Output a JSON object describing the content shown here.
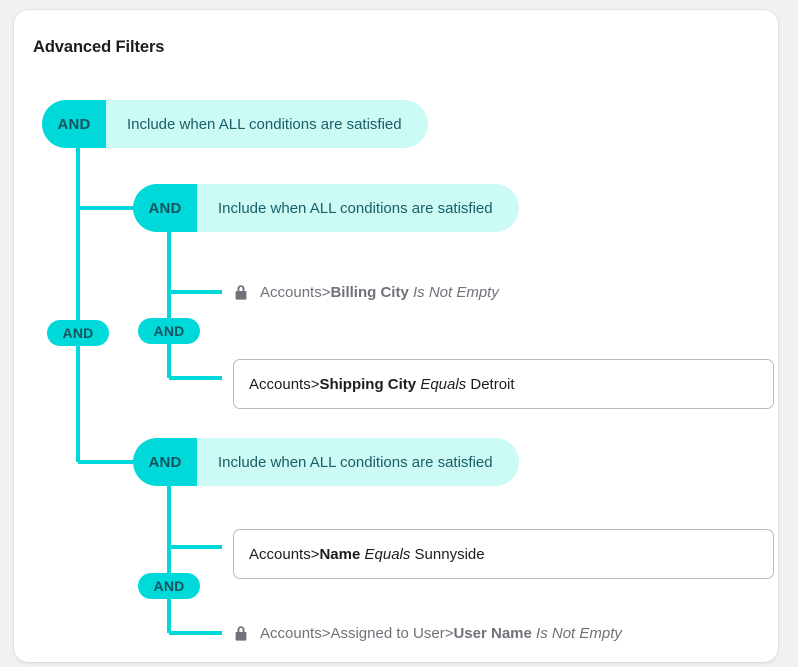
{
  "card": {
    "title": "Advanced Filters"
  },
  "theme": {
    "accent": "#00d9d9",
    "accent_light": "#ccfaf5",
    "accent_text": "#14545e",
    "group_text": "#195e68",
    "locked_text": "#6f7279",
    "box_text": "#1c1d21",
    "box_border": "#b7bcc4",
    "card_bg": "#ffffff",
    "page_bg": "#f0f1f3"
  },
  "tree": {
    "root": {
      "operator": "AND",
      "label": "Include when ALL conditions are satisfied"
    },
    "root_join": {
      "operator": "AND"
    },
    "groups": [
      {
        "operator": "AND",
        "label": "Include when ALL conditions are satisfied",
        "join": {
          "operator": "AND"
        },
        "conditions": [
          {
            "locked": true,
            "icon": "lock-icon",
            "object": "Accounts",
            "separator": " > ",
            "field": "Billing City",
            "operator": "Is Not Empty",
            "value": ""
          },
          {
            "locked": false,
            "object": "Accounts",
            "separator": " > ",
            "field": "Shipping City",
            "operator": "Equals",
            "value": "Detroit"
          }
        ]
      },
      {
        "operator": "AND",
        "label": "Include when ALL conditions are satisfied",
        "join": {
          "operator": "AND"
        },
        "conditions": [
          {
            "locked": false,
            "object": "Accounts",
            "separator": " > ",
            "field": "Name",
            "operator": "Equals",
            "value": "Sunnyside"
          },
          {
            "locked": true,
            "icon": "lock-icon",
            "object": "Accounts",
            "separator": " > ",
            "relation": "Assigned to User",
            "separator2": " > ",
            "field": "User Name",
            "operator": "Is Not Empty",
            "value": ""
          }
        ]
      }
    ]
  }
}
